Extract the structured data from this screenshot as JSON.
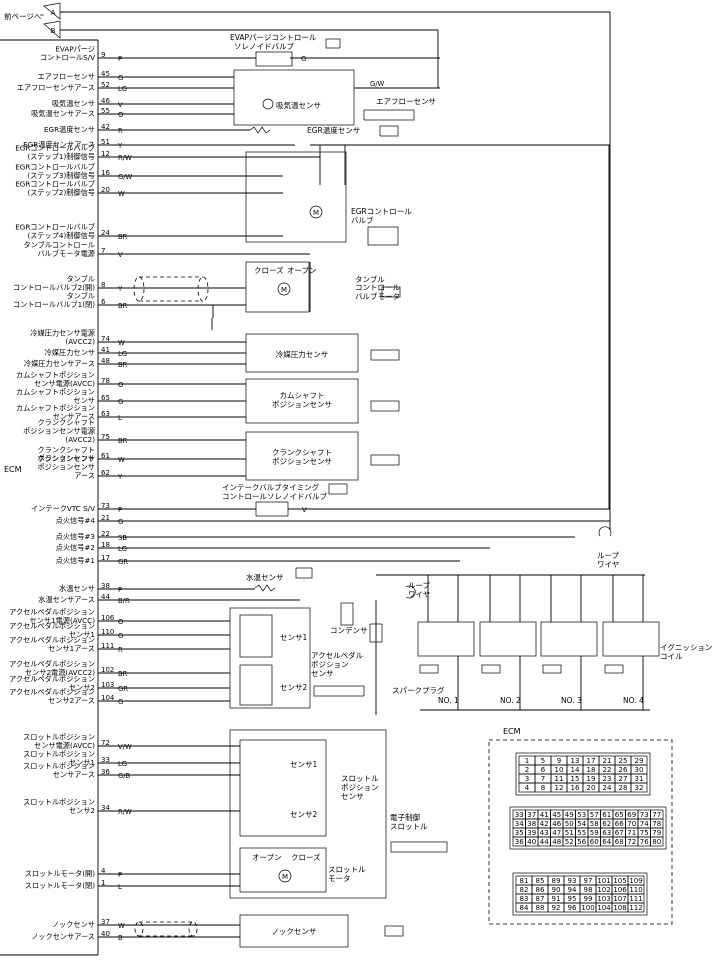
{
  "prev_page": "前ページへ",
  "ecm_label": "ECM",
  "signals": [
    {
      "name": "evap_sv",
      "lines": [
        "EVAPパージ",
        "コントロールS/V"
      ],
      "pin": "9",
      "wire": "P"
    },
    {
      "name": "afs",
      "lines": [
        "エアフローセンサ"
      ],
      "pin": "45",
      "wire": "G"
    },
    {
      "name": "afs_gnd",
      "lines": [
        "エアフローセンサアース"
      ],
      "pin": "52",
      "wire": "LG"
    },
    {
      "name": "iat",
      "lines": [
        "吸気温センサ"
      ],
      "pin": "46",
      "wire": "V"
    },
    {
      "name": "iat_gnd",
      "lines": [
        "吸気温センサアース"
      ],
      "pin": "55",
      "wire": "O"
    },
    {
      "name": "egrt",
      "lines": [
        "EGR温度センサ"
      ],
      "pin": "42",
      "wire": "R"
    },
    {
      "name": "egrt_gnd",
      "lines": [
        "EGR温度センサアース"
      ],
      "pin": "51",
      "wire": "Y"
    },
    {
      "name": "egr1",
      "lines": [
        "EGRコントロールバルブ",
        "(ステップ1)制御信号"
      ],
      "pin": "12",
      "wire": "R/W"
    },
    {
      "name": "egr3",
      "lines": [
        "EGRコントロールバルブ",
        "(ステップ3)制御信号"
      ],
      "pin": "16",
      "wire": "G/W"
    },
    {
      "name": "egr2",
      "lines": [
        "EGRコントロールバルブ",
        "(ステップ2)制御信号"
      ],
      "pin": "20",
      "wire": "W"
    },
    {
      "name": "egr4",
      "lines": [
        "EGRコントロールバルブ",
        "(ステップ4)制御信号"
      ],
      "pin": "24",
      "wire": "BR"
    },
    {
      "name": "tumble_pwr",
      "lines": [
        "タンブルコントロール",
        "バルブモータ電源"
      ],
      "pin": "7",
      "wire": "V"
    },
    {
      "name": "tumble2",
      "lines": [
        "タンブル",
        "コントロールバルブ2(開)"
      ],
      "pin": "8",
      "wire": "Y"
    },
    {
      "name": "tumble1",
      "lines": [
        "タンブル",
        "コントロールバルブ1(閉)"
      ],
      "pin": "6",
      "wire": "BR"
    },
    {
      "name": "refp_pwr",
      "lines": [
        "冷媒圧力センサ電源",
        "(AVCC2)"
      ],
      "pin": "74",
      "wire": "W"
    },
    {
      "name": "refp",
      "lines": [
        "冷媒圧力センサ"
      ],
      "pin": "41",
      "wire": "LG"
    },
    {
      "name": "refp_gnd",
      "lines": [
        "冷媒圧力センサアース"
      ],
      "pin": "48",
      "wire": "BR"
    },
    {
      "name": "cam_pwr",
      "lines": [
        "カムシャフトポジション",
        "センサ電源(AVCC)"
      ],
      "pin": "78",
      "wire": "O"
    },
    {
      "name": "cam",
      "lines": [
        "カムシャフトポジション",
        "センサ"
      ],
      "pin": "65",
      "wire": "G"
    },
    {
      "name": "cam_gnd",
      "lines": [
        "カムシャフトポジション",
        "センサアース"
      ],
      "pin": "63",
      "wire": "L"
    },
    {
      "name": "crank_pwr",
      "lines": [
        "クランクシャフト",
        "ポジションセンサ電源",
        "(AVCC2)"
      ],
      "pin": "75",
      "wire": "BR"
    },
    {
      "name": "crank",
      "lines": [
        "クランクシャフト",
        "ポジションセンサ"
      ],
      "pin": "61",
      "wire": "W"
    },
    {
      "name": "crank_gnd",
      "lines": [
        "クランクシャフト",
        "ポジションセンサ",
        "アース"
      ],
      "pin": "62",
      "wire": "Y"
    },
    {
      "name": "ivtc",
      "lines": [
        "インテークVTC S/V"
      ],
      "pin": "73",
      "wire": "P"
    },
    {
      "name": "ign4",
      "lines": [
        "点火信号#4"
      ],
      "pin": "21",
      "wire": "G"
    },
    {
      "name": "ign3",
      "lines": [
        "点火信号#3"
      ],
      "pin": "22",
      "wire": "SB"
    },
    {
      "name": "ign2",
      "lines": [
        "点火信号#2"
      ],
      "pin": "18",
      "wire": "LG"
    },
    {
      "name": "ign1",
      "lines": [
        "点火信号#1"
      ],
      "pin": "17",
      "wire": "GR"
    },
    {
      "name": "wt",
      "lines": [
        "水温センサ"
      ],
      "pin": "38",
      "wire": "P"
    },
    {
      "name": "wt_gnd",
      "lines": [
        "水温センサアース"
      ],
      "pin": "44",
      "wire": "B/R"
    },
    {
      "name": "app1_pwr",
      "lines": [
        "アクセルペダルポジション",
        "センサ1電源(AVCC)"
      ],
      "pin": "106",
      "wire": "O"
    },
    {
      "name": "app1",
      "lines": [
        "アクセルペダルポジション",
        "センサ1"
      ],
      "pin": "110",
      "wire": "G"
    },
    {
      "name": "app1_gnd",
      "lines": [
        "アクセルペダルポジション",
        "センサ1アース"
      ],
      "pin": "111",
      "wire": "R"
    },
    {
      "name": "app2_pwr",
      "lines": [
        "アクセルペダルポジション",
        "センサ2電源(AVCC2)"
      ],
      "pin": "102",
      "wire": "BR"
    },
    {
      "name": "app2",
      "lines": [
        "アクセルペダルポジション",
        "センサ2"
      ],
      "pin": "103",
      "wire": "GR"
    },
    {
      "name": "app2_gnd",
      "lines": [
        "アクセルペダルポジション",
        "センサ2アース"
      ],
      "pin": "104",
      "wire": "G"
    },
    {
      "name": "tps_pwr",
      "lines": [
        "スロットルポジション",
        "センサ電源(AVCC)"
      ],
      "pin": "72",
      "wire": "V/W"
    },
    {
      "name": "tps1",
      "lines": [
        "スロットルポジション",
        "センサ1"
      ],
      "pin": "33",
      "wire": "LG"
    },
    {
      "name": "tps_gnd",
      "lines": [
        "スロットルポジション",
        "センサアース"
      ],
      "pin": "36",
      "wire": "G/B"
    },
    {
      "name": "tps2",
      "lines": [
        "スロットルポジション",
        "センサ2"
      ],
      "pin": "34",
      "wire": "R/W"
    },
    {
      "name": "tm_open",
      "lines": [
        "スロットルモータ(開)"
      ],
      "pin": "4",
      "wire": "P"
    },
    {
      "name": "tm_close",
      "lines": [
        "スロットルモータ(閉)"
      ],
      "pin": "1",
      "wire": "L"
    },
    {
      "name": "knock",
      "lines": [
        "ノックセンサ"
      ],
      "pin": "37",
      "wire": "W"
    },
    {
      "name": "knock_gnd",
      "lines": [
        "ノックセンサアース"
      ],
      "pin": "40",
      "wire": "B"
    }
  ],
  "components": {
    "evap_valve": [
      "EVAPパージコントロール",
      "ソレノイドバルブ"
    ],
    "afs": "エアフローセンサ",
    "iat": "吸気温センサ",
    "egrt": "EGR温度センサ",
    "egr_valve": [
      "EGRコントロール",
      "バルブ"
    ],
    "tumble_motor": [
      "タンブル",
      "コントロール",
      "バルブモータ"
    ],
    "tumble_close": "クローズ",
    "tumble_open": "オープン",
    "refp": "冷媒圧力センサ",
    "cam": [
      "カムシャフト",
      "ポジションセンサ"
    ],
    "crank": [
      "クランクシャフト",
      "ポジションセンサ"
    ],
    "ivtc_valve": [
      "インテークバルブタイミング",
      "コントロールソレノイドバルブ"
    ],
    "loop_wire": [
      "ループ",
      "ワイヤ"
    ],
    "wt": "水温センサ",
    "condenser": "コンデンサ",
    "app": [
      "アクセルペダル",
      "ポジション",
      "センサ"
    ],
    "sensor1": "センサ1",
    "sensor2": "センサ2",
    "tps": [
      "スロットル",
      "ポジション",
      "センサ"
    ],
    "throttle": [
      "電子制御",
      "スロットル"
    ],
    "throttle_motor": [
      "スロットル",
      "モータ"
    ],
    "tm_open": "オープン",
    "tm_close": "クローズ",
    "spark_plug": "スパークプラグ",
    "ign_coil": [
      "イグニッション",
      "コイル"
    ],
    "coil_nums": [
      "NO. 1",
      "NO. 2",
      "NO. 3",
      "NO. 4"
    ],
    "knock": "ノックセンサ"
  },
  "ecm_connector": {
    "title": "ECM",
    "block1": [
      [
        "1",
        "5",
        "9",
        "13",
        "17",
        "21",
        "25",
        "29"
      ],
      [
        "2",
        "6",
        "10",
        "14",
        "18",
        "22",
        "26",
        "30"
      ],
      [
        "3",
        "7",
        "11",
        "15",
        "19",
        "23",
        "27",
        "31"
      ],
      [
        "4",
        "8",
        "12",
        "16",
        "20",
        "24",
        "28",
        "32"
      ]
    ],
    "block2": [
      [
        "33",
        "37",
        "41",
        "45",
        "49",
        "53",
        "57",
        "61",
        "65",
        "69",
        "73",
        "77"
      ],
      [
        "34",
        "38",
        "42",
        "46",
        "50",
        "54",
        "58",
        "62",
        "66",
        "70",
        "74",
        "78"
      ],
      [
        "35",
        "39",
        "43",
        "47",
        "51",
        "55",
        "59",
        "63",
        "67",
        "71",
        "75",
        "79"
      ],
      [
        "36",
        "40",
        "44",
        "48",
        "52",
        "56",
        "60",
        "64",
        "68",
        "72",
        "76",
        "80"
      ]
    ],
    "block3": [
      [
        "81",
        "85",
        "89",
        "93",
        "97",
        "101",
        "105",
        "109"
      ],
      [
        "82",
        "86",
        "90",
        "94",
        "98",
        "102",
        "106",
        "110"
      ],
      [
        "83",
        "87",
        "91",
        "95",
        "99",
        "103",
        "107",
        "111"
      ],
      [
        "84",
        "88",
        "92",
        "96",
        "100",
        "104",
        "108",
        "112"
      ]
    ]
  }
}
